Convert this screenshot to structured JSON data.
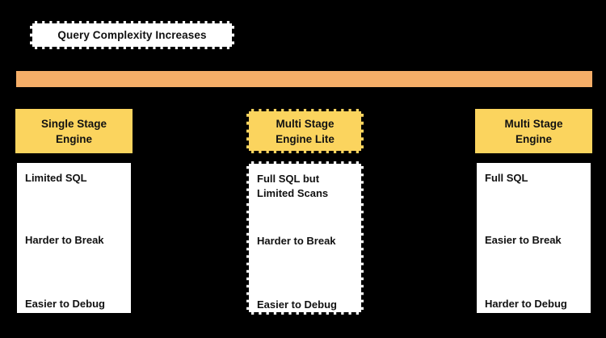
{
  "diagram": {
    "background_color": "#000000",
    "caption": {
      "text": "Query Complexity Increases",
      "style": "dashed-white-box"
    },
    "complexity_bar": {
      "name": "query-complexity-bar",
      "color": "#f5ae68",
      "direction": "left-to-right"
    },
    "palette": {
      "header_yellow": "#fbd45e",
      "bar_orange": "#f5ae68",
      "card_white": "#ffffff",
      "text_black": "#111111",
      "canvas_black": "#000000"
    },
    "columns": [
      {
        "id": "single-stage-engine",
        "header_lines": [
          "Single Stage",
          "Engine"
        ],
        "header_border": "solid",
        "card_border": "solid",
        "features": [
          {
            "lines": [
              "Limited SQL"
            ]
          },
          {
            "lines": [
              "Harder to Break"
            ]
          },
          {
            "lines": [
              "Easier to Debug"
            ]
          }
        ]
      },
      {
        "id": "multi-stage-engine-lite",
        "header_lines": [
          "Multi Stage",
          "Engine Lite"
        ],
        "header_border": "dashed",
        "card_border": "dashed",
        "features": [
          {
            "lines": [
              "Full SQL but",
              "Limited Scans"
            ]
          },
          {
            "lines": [
              "Harder to Break"
            ]
          },
          {
            "lines": [
              "Easier to Debug"
            ]
          }
        ]
      },
      {
        "id": "multi-stage-engine",
        "header_lines": [
          "Multi Stage",
          "Engine"
        ],
        "header_border": "solid",
        "card_border": "solid",
        "features": [
          {
            "lines": [
              "Full SQL"
            ]
          },
          {
            "lines": [
              "Easier to Break"
            ]
          },
          {
            "lines": [
              "Harder to Debug"
            ]
          }
        ]
      }
    ]
  }
}
